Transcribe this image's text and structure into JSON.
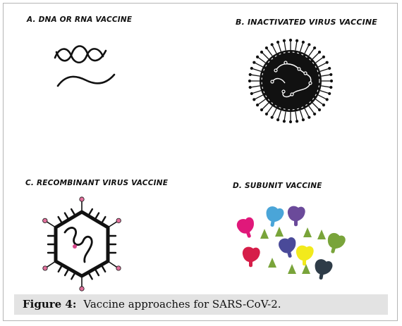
{
  "panels": {
    "a": {
      "label": "A.  DNA OR RNA VACCINE"
    },
    "b": {
      "label": "B. INACTIVATED VIRUS VACCINE"
    },
    "c": {
      "label": "C. RECOMBINANT VIRUS VACCINE"
    },
    "d": {
      "label": "D. SUBUNIT VACCINE"
    }
  },
  "caption": {
    "figure": "Figure 4:",
    "text": "Vaccine approaches for SARS-CoV-2."
  },
  "colors": {
    "ink": "#111111",
    "capsid_pink": "#e0719c",
    "genome_pink": "#d6458a",
    "magenta": "#e0187a",
    "blue": "#4aa5d8",
    "purple": "#6b4a9a",
    "green": "#79a43a",
    "crimson": "#d61e49",
    "indigo": "#4a4a99",
    "yellow": "#f2ea1c",
    "dark_slate": "#2e3c48",
    "caption_band": "#e3e3e3"
  }
}
